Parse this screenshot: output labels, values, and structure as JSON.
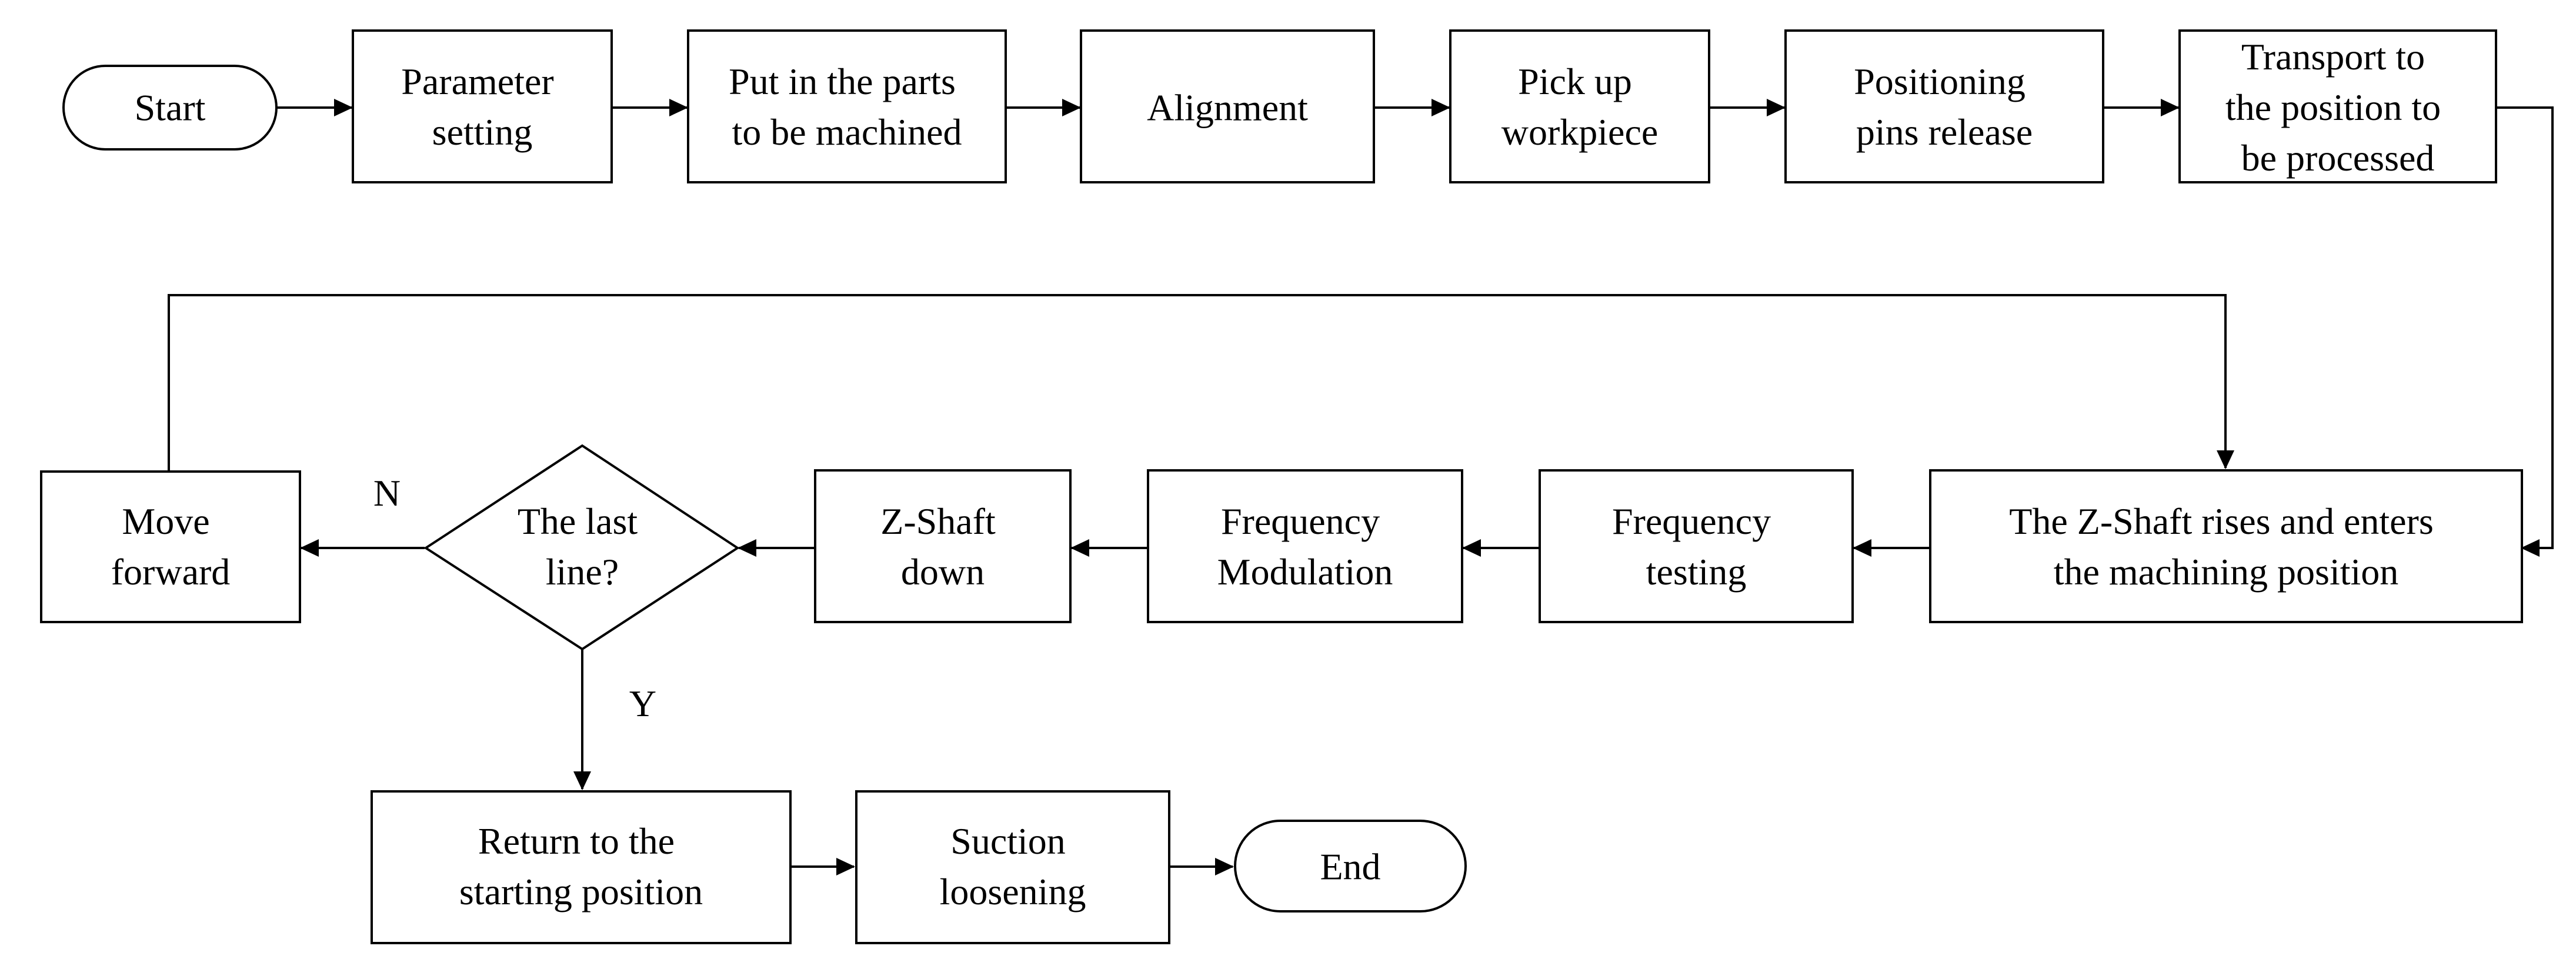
{
  "flowchart": {
    "start": "Start",
    "end": "End",
    "steps": {
      "parameter_setting": [
        "Parameter",
        "setting"
      ],
      "put_in_parts": [
        "Put in the parts",
        "to be machined"
      ],
      "alignment": [
        "Alignment"
      ],
      "pick_up": [
        "Pick up",
        "workpiece"
      ],
      "pins_release": [
        "Positioning",
        "pins release"
      ],
      "transport": [
        "Transport to",
        "the position to",
        "be processed"
      ],
      "z_shaft_rises": [
        "The Z-Shaft rises and enters",
        "the machining position"
      ],
      "frequency_testing": [
        "Frequency",
        "testing"
      ],
      "frequency_modulation": [
        "Frequency",
        "Modulation"
      ],
      "z_shaft_down": [
        "Z-Shaft",
        "down"
      ],
      "move_forward": [
        "Move",
        "forward"
      ],
      "return_start": [
        "Return to the",
        "starting position"
      ],
      "suction_loosening": [
        "Suction",
        "loosening"
      ]
    },
    "decision": {
      "text": [
        "The last",
        "line?"
      ],
      "no_label": "N",
      "yes_label": "Y"
    }
  }
}
